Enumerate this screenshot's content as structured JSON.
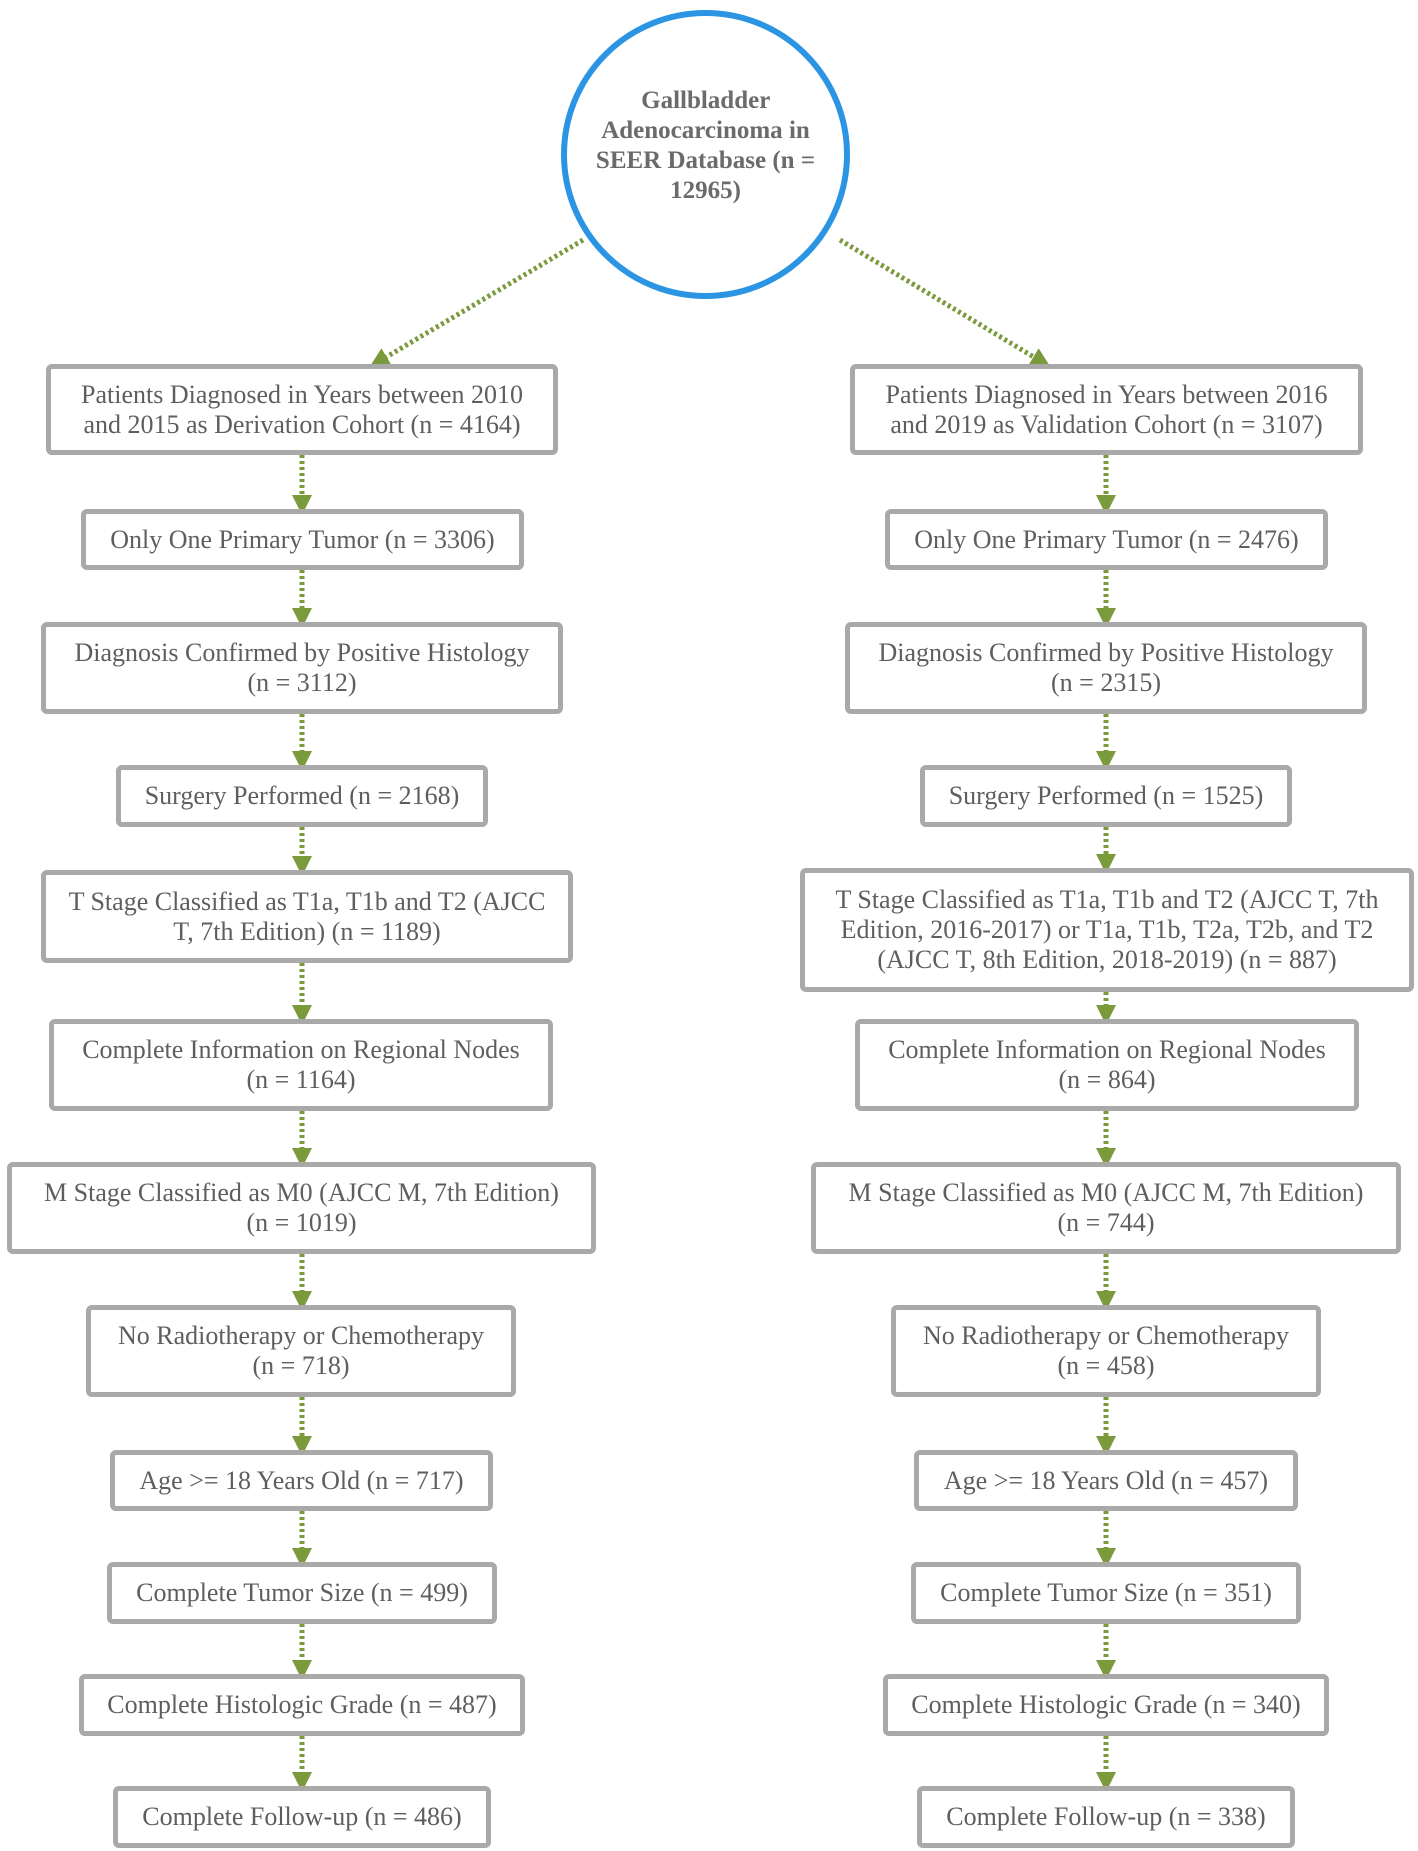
{
  "colors": {
    "root_border": "#2B95E3",
    "box_border": "#a9a9a9",
    "arrow": "#7a9a3c",
    "text": "#5e5e5e"
  },
  "root": {
    "lines": [
      "Gallbladder",
      "Adenocarcinoma",
      "in SEER Database",
      "(n = 12965)"
    ]
  },
  "left": [
    {
      "lines": [
        "Patients  Diagnosed in Years between 2010",
        "and 2015 as Derivation Cohort (n = 4164)"
      ]
    },
    {
      "lines": [
        "Only One Primary Tumor (n = 3306)"
      ]
    },
    {
      "lines": [
        "Diagnosis Confirmed by Positive Histology",
        "(n = 3112)"
      ]
    },
    {
      "lines": [
        "Surgery Performed (n = 2168)"
      ]
    },
    {
      "lines": [
        "T Stage Classified as T1a, T1b and T2 (AJCC",
        "T, 7th Edition) (n = 1189)"
      ]
    },
    {
      "lines": [
        "Complete Information on Regional Nodes",
        "(n = 1164)"
      ]
    },
    {
      "lines": [
        "M Stage Classified as M0  (AJCC M, 7th Edition)",
        "(n = 1019)"
      ]
    },
    {
      "lines": [
        "No Radiotherapy or Chemotherapy",
        "(n = 718)"
      ]
    },
    {
      "lines": [
        "Age >= 18 Years Old (n = 717)"
      ]
    },
    {
      "lines": [
        "Complete Tumor Size (n = 499)"
      ]
    },
    {
      "lines": [
        "Complete Histologic Grade (n = 487)"
      ]
    },
    {
      "lines": [
        "Complete Follow-up (n = 486)"
      ]
    }
  ],
  "right": [
    {
      "lines": [
        "Patients  Diagnosed in Years between 2016",
        "and 2019 as Validation Cohort (n = 3107)"
      ]
    },
    {
      "lines": [
        "Only One Primary Tumor (n = 2476)"
      ]
    },
    {
      "lines": [
        "Diagnosis Confirmed by Positive Histology",
        "(n = 2315)"
      ]
    },
    {
      "lines": [
        "Surgery Performed (n = 1525)"
      ]
    },
    {
      "lines": [
        "T Stage Classified as T1a, T1b and T2 (AJCC T, 7th",
        "Edition, 2016-2017) or T1a, T1b, T2a, T2b, and T2",
        "(AJCC T, 8th Edition, 2018-2019) (n = 887)"
      ]
    },
    {
      "lines": [
        "Complete Information on Regional Nodes",
        "(n = 864)"
      ]
    },
    {
      "lines": [
        "M Stage Classified as M0  (AJCC M, 7th Edition)",
        "(n = 744)"
      ]
    },
    {
      "lines": [
        "No Radiotherapy or Chemotherapy",
        "(n = 458)"
      ]
    },
    {
      "lines": [
        "Age >= 18 Years Old (n = 457)"
      ]
    },
    {
      "lines": [
        "Complete Tumor Size (n = 351)"
      ]
    },
    {
      "lines": [
        "Complete Histologic Grade (n = 340)"
      ]
    },
    {
      "lines": [
        "Complete Follow-up (n = 338)"
      ]
    }
  ]
}
